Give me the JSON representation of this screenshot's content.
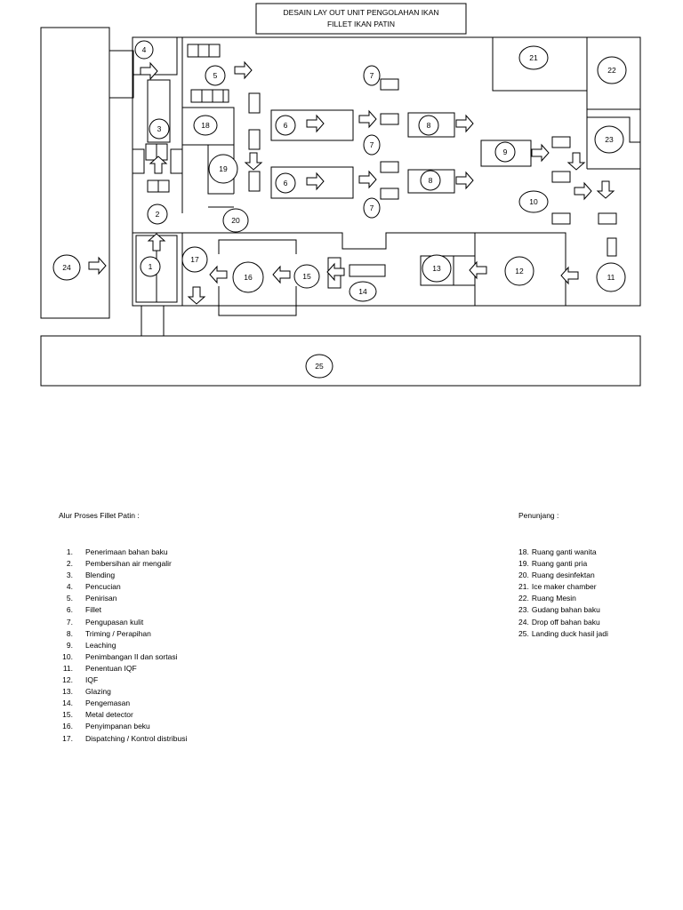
{
  "title": {
    "line1": "DESAIN LAY OUT UNIT PENGOLAHAN IKAN",
    "line2": "FILLET IKAN PATIN"
  },
  "stations": [
    "1",
    "2",
    "3",
    "4",
    "5",
    "6",
    "6",
    "7",
    "7",
    "7",
    "8",
    "8",
    "9",
    "10",
    "11",
    "12",
    "13",
    "14",
    "15",
    "16",
    "17",
    "18",
    "19",
    "20",
    "21",
    "22",
    "23",
    "24",
    "25"
  ],
  "legend": {
    "process_title": "Alur Proses Fillet Patin :",
    "support_title": "Penunjang :",
    "process_items": [
      {
        "num": "1.",
        "label": "Penerimaan bahan baku"
      },
      {
        "num": "2.",
        "label": "Pembersihan air mengalir"
      },
      {
        "num": "3.",
        "label": "Blending"
      },
      {
        "num": "4.",
        "label": "Pencucian"
      },
      {
        "num": "5.",
        "label": "Penirisan"
      },
      {
        "num": "6.",
        "label": "Fillet"
      },
      {
        "num": "7.",
        "label": "Pengupasan kulit"
      },
      {
        "num": "8.",
        "label": "Triming / Perapihan"
      },
      {
        "num": "9.",
        "label": "Leaching"
      },
      {
        "num": "10.",
        "label": "Penimbangan II dan sortasi"
      },
      {
        "num": "11.",
        "label": "Penentuan IQF"
      },
      {
        "num": "12.",
        "label": "IQF"
      },
      {
        "num": "13.",
        "label": "Glazing"
      },
      {
        "num": "14.",
        "label": "Pengemasan"
      },
      {
        "num": "15.",
        "label": "Metal detector"
      },
      {
        "num": "16.",
        "label": "Penyimpanan beku"
      },
      {
        "num": "17.",
        "label": "Dispatching / Kontrol distribusi"
      }
    ],
    "support_items": [
      {
        "num": "18.",
        "label": "Ruang ganti wanita"
      },
      {
        "num": "19.",
        "label": "Ruang ganti pria"
      },
      {
        "num": "20.",
        "label": "Ruang desinfektan"
      },
      {
        "num": "21.",
        "label": "Ice maker chamber"
      },
      {
        "num": "22.",
        "label": "Ruang Mesin"
      },
      {
        "num": "23.",
        "label": "Gudang bahan baku"
      },
      {
        "num": "24.",
        "label": "Drop off bahan baku"
      },
      {
        "num": "25.",
        "label": "Landing duck hasil jadi"
      }
    ]
  }
}
